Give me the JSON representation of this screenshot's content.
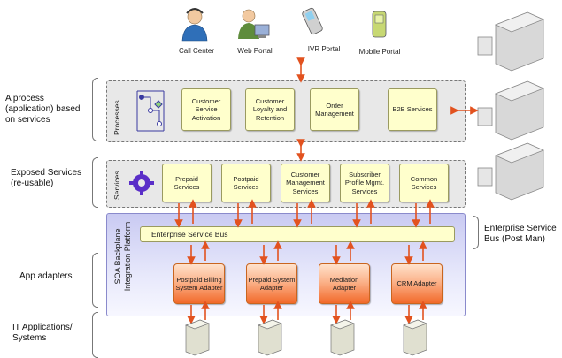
{
  "channels": [
    "Call Center",
    "Web Portal",
    "IVR Portal",
    "Mobile Portal"
  ],
  "side_labels": {
    "process": "A process (application)  based on services",
    "exposed": "Exposed Services (re-usable)",
    "adapters": "App adapters",
    "it_apps": "IT Applications/ Systems",
    "esb_note": "Enterprise Service Bus (Post Man)"
  },
  "layers": {
    "processes": "Processes",
    "services": "Services",
    "platform": "SOA Backplane Integration Platform"
  },
  "process_boxes": [
    "Customer Service Activation",
    "Customer Loyalty and Retention",
    "Order Management",
    "B2B Services"
  ],
  "service_boxes": [
    "Prepaid Services",
    "Postpaid Services",
    "Customer Management Services",
    "Subscriber Profile Mgmt. Services",
    "Common Services"
  ],
  "esb_label": "Enterprise Service Bus",
  "adapter_boxes": [
    "Postpaid Billing System Adapter",
    "Prepaid System Adapter",
    "Mediation Adapter",
    "CRM Adapter"
  ],
  "colors": {
    "arrow": "#e2521f",
    "yellow": "#ffffcc",
    "platform": "#c9caf2"
  }
}
